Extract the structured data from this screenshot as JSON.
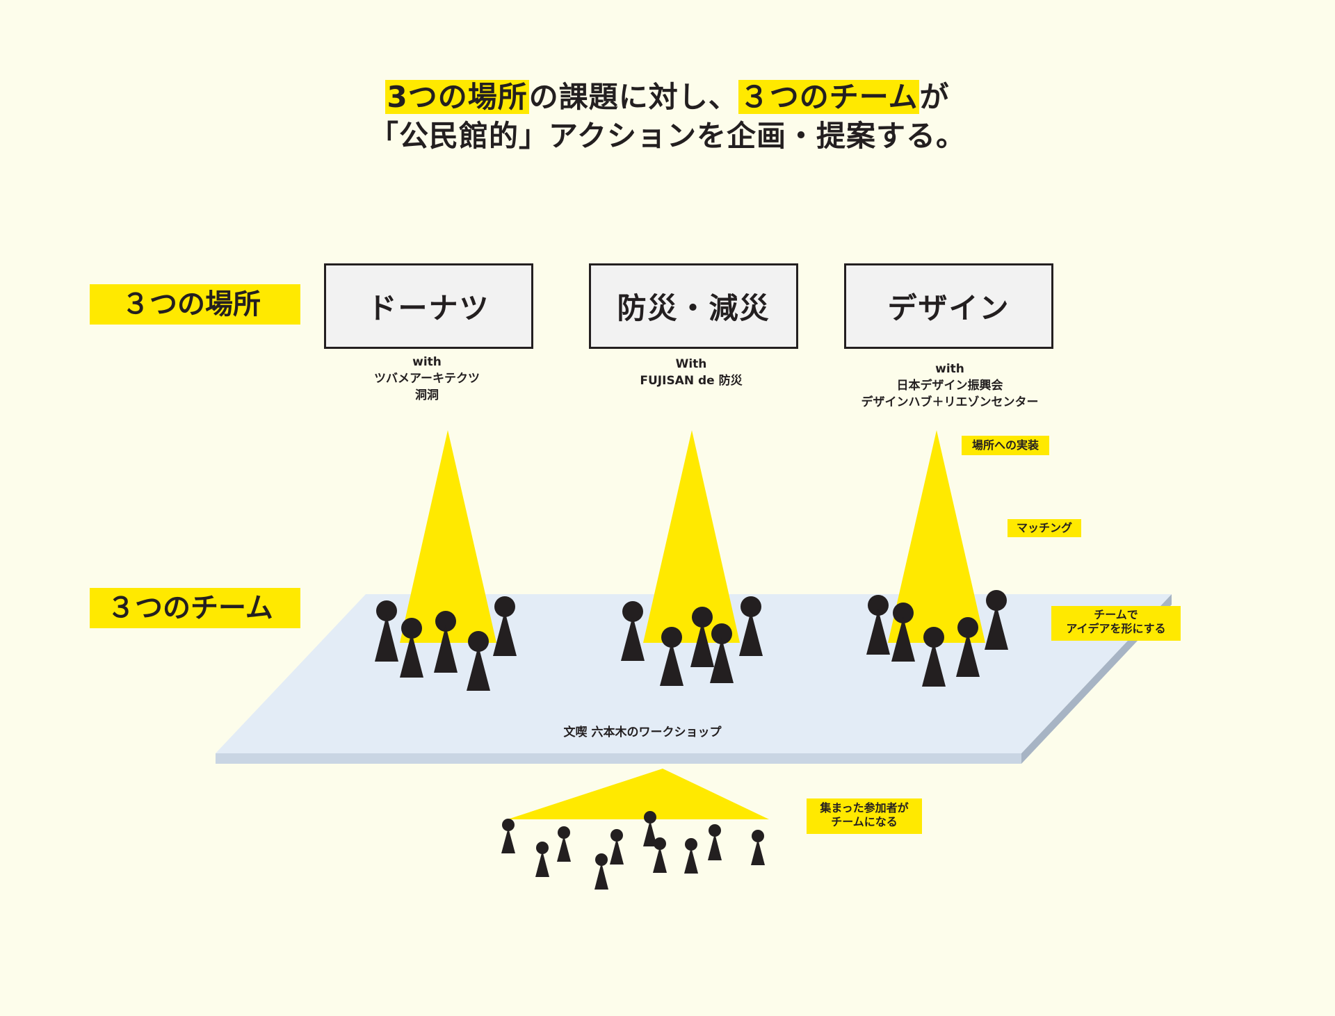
{
  "headline": {
    "line1_hl1": "3つの場所",
    "line1_mid": "の課題に対し、",
    "line1_hl2": "３つのチーム",
    "line1_end": "が",
    "line2": "「公民館的」アクションを企画・提案する。"
  },
  "row_labels": {
    "places": "３つの場所",
    "teams": "３つのチーム"
  },
  "places": [
    {
      "name": "ドーナツ",
      "partner": [
        "with",
        "ツバメアーキテクツ",
        "洞洞"
      ]
    },
    {
      "name": "防災・減災",
      "partner": [
        "With",
        "FUJISAN de 防災"
      ]
    },
    {
      "name": "デザイン",
      "partner": [
        "with",
        "日本デザイン振興会",
        "デザインハブ＋リエゾンセンター"
      ]
    }
  ],
  "tags": {
    "implementation": "場所への実装",
    "matching": "マッチング",
    "shaping": [
      "チームで",
      "アイデアを形にする"
    ],
    "participants": [
      "集まった参加者が",
      "チームになる"
    ]
  },
  "platform_caption": "文喫 六本木のワークショップ",
  "colors": {
    "background": "#fdfdeb",
    "accent": "#ffe900",
    "platform": "#e3ecf6",
    "platform_edge": "#a7b4c4",
    "figure": "#231f20",
    "box": "#f2f2f2"
  }
}
